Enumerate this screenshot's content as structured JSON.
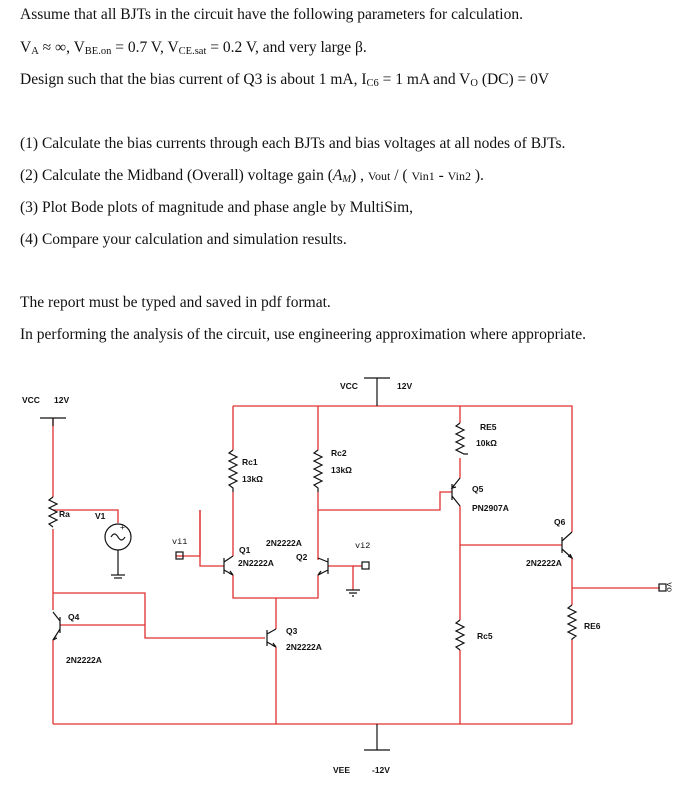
{
  "text": {
    "line1": "Assume that all BJTs in the circuit have the following parameters for calculation.",
    "line2": {
      "va": "V",
      "va_sub": "A",
      "va_rest": " ≈ ∞, V",
      "vbe_sub": "BE.on",
      "vbe_rest": " = 0.7 V, V",
      "vce_sub": "CE.sat",
      "vce_rest": " = 0.2 V, and very large β."
    },
    "line3": {
      "a": "Design such that the bias current of Q3 is about 1 mA, I",
      "ic_sub": "C6",
      "b": " = 1 mA and V",
      "vo_sub": "O",
      "c": " (DC) = 0V"
    },
    "q1": "(1) Calculate the bias currents through each BJTs and bias voltages at all nodes of BJTs.",
    "q2": {
      "a": "(2) Calculate the Midband (Overall) voltage gain (",
      "am": "A",
      "am_sub": "M",
      "b": ") , ",
      "vout": "Vout",
      "c": " / ( ",
      "vin1": "Vin1",
      "d": " - ",
      "vin2": "Vin2",
      "e": " )."
    },
    "q3": "(3) Plot Bode plots of magnitude and phase angle by MultiSim,",
    "q4": "(4) Compare your calculation and simulation results.",
    "report": "The report must be typed and saved in pdf format.",
    "approx": "In performing the analysis of the circuit, use engineering approximation where appropriate."
  },
  "schematic": {
    "vcc_left": "VCC",
    "vcc_left_val": "12V",
    "vcc_top": "VCC",
    "vcc_top_val": "12V",
    "vee": "VEE",
    "vee_val": "-12V",
    "ra": "Ra",
    "v1": "V1",
    "vi1": "vi1",
    "vi2": "vi2",
    "rc1": "Rc1",
    "rc1_val": "13kΩ",
    "rc2": "Rc2",
    "rc2_val": "13kΩ",
    "q1": "Q1",
    "q1_type": "2N2222A",
    "q2": "Q2",
    "q2_type": "2N2222A",
    "q3": "Q3",
    "q3_type": "2N2222A",
    "q4": "Q4",
    "q4_type": "2N2222A",
    "re5": "RE5",
    "re5_val": "10kΩ",
    "q5": "Q5",
    "q5_type": "PN2907A",
    "rc5": "Rc5",
    "q6": "Q6",
    "q6_type": "2N2222A",
    "re6": "RE6",
    "vo": "vo"
  }
}
